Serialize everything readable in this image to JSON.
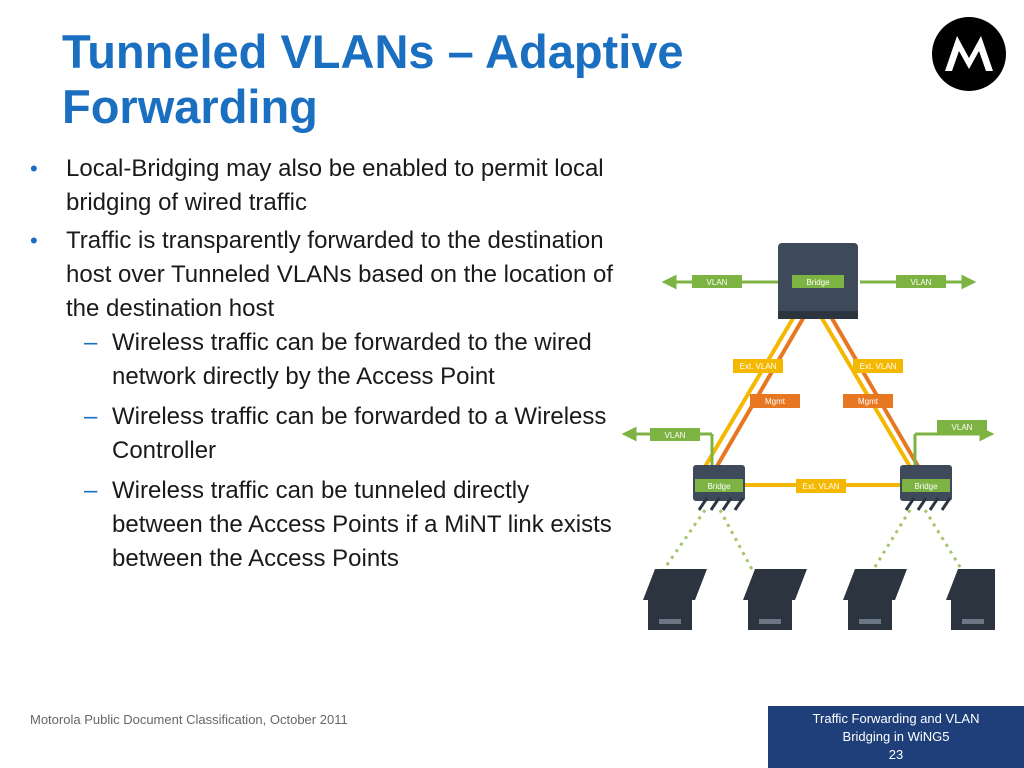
{
  "title": {
    "line1": "Tunneled VLANs – Adaptive",
    "line2": "Forwarding"
  },
  "logo": {
    "icon": "motorola-logo-icon",
    "colors": {
      "circle": "#000000",
      "mark": "#ffffff"
    }
  },
  "bullets": [
    {
      "text": "Local-Bridging may also be enabled to permit local bridging of wired traffic"
    },
    {
      "text": "Traffic is transparently forwarded to the destination host over Tunneled VLANs based on the location of the destination host",
      "subitems": [
        "Wireless traffic can be forwarded to the wired network directly by the Access Point",
        "Wireless traffic can be forwarded to a Wireless Controller",
        "Wireless traffic can be tunneled directly between the Access Points if a MiNT link exists between the Access Points"
      ]
    }
  ],
  "diagram": {
    "labels": {
      "vlan": "VLAN",
      "bridge": "Bridge",
      "ext_vlan": "Ext. VLAN",
      "mgmt": "Mgmt"
    },
    "colors": {
      "vlan_green": "#7cb342",
      "ext_vlan_yellow": "#f5b800",
      "mgmt_orange": "#e87722",
      "device": "#3e4a59",
      "laptop": "#2c3440"
    }
  },
  "footer": {
    "classification": "Motorola Public Document Classification, October 2011",
    "deck_title": "Traffic Forwarding and VLAN Bridging in WiNG5",
    "page_number": "23"
  },
  "colors": {
    "title": "#1a6fc0",
    "footer_box": "#1e3f7a"
  }
}
